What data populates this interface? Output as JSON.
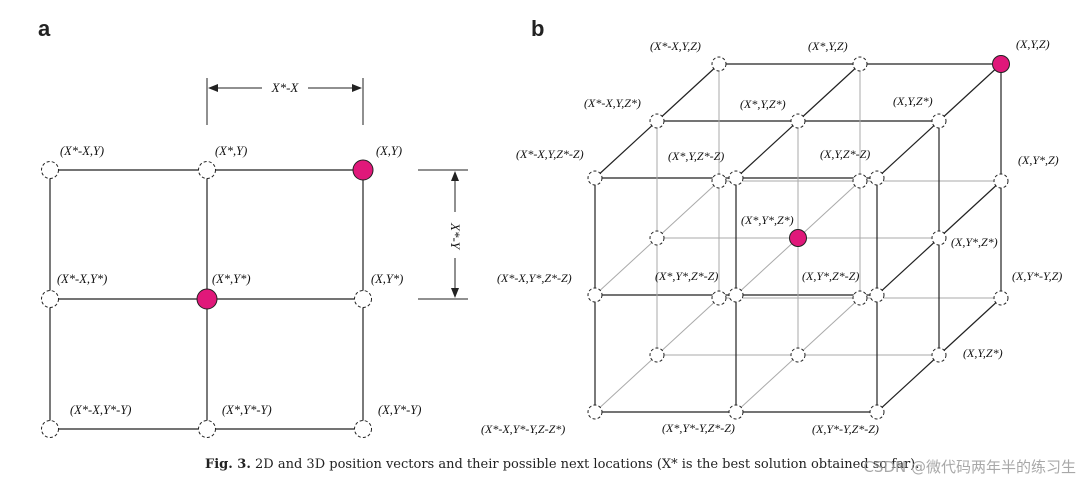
{
  "panel_a": {
    "letter": "a",
    "dim_x_label": "X*-X",
    "dim_y_label": "X*-Y",
    "nodes": [
      {
        "label": "(X*-X,Y)",
        "filled": false
      },
      {
        "label": "(X*,Y)",
        "filled": false
      },
      {
        "label": "(X,Y)",
        "filled": true
      },
      {
        "label": "(X*-X,Y*)",
        "filled": false
      },
      {
        "label": "(X*,Y*)",
        "filled": true
      },
      {
        "label": "(X,Y*)",
        "filled": false
      },
      {
        "label": "(X*-X,Y*-Y)",
        "filled": false
      },
      {
        "label": "(X*,Y*-Y)",
        "filled": false
      },
      {
        "label": "(X,Y*-Y)",
        "filled": false
      }
    ]
  },
  "panel_b": {
    "letter": "b",
    "nodes": [
      {
        "label": "(X*-X,Y,Z)",
        "filled": false
      },
      {
        "label": "(X*,Y,Z)",
        "filled": false
      },
      {
        "label": "(X,Y,Z)",
        "filled": true
      },
      {
        "label": "(X*-X,Y,Z*)",
        "filled": false
      },
      {
        "label": "(X*,Y,Z*)",
        "filled": false
      },
      {
        "label": "(X,Y,Z*)",
        "filled": false
      },
      {
        "label": "(X*-X,Y,Z*-Z)",
        "filled": false
      },
      {
        "label": "(X*,Y,Z*-Z)",
        "filled": false
      },
      {
        "label": "(X,Y,Z*-Z)",
        "filled": false
      },
      {
        "label": "(X,Y*,Z)",
        "filled": false
      },
      {
        "label": "(X*,Y*,Z*)",
        "filled": true
      },
      {
        "label": "(X,Y*,Z*)",
        "filled": false
      },
      {
        "label": "(X*-X,Y*,Z*-Z)",
        "filled": false
      },
      {
        "label": "(X*,Y*,Z*-Z)",
        "filled": false
      },
      {
        "label": "(X,Y*,Z*-Z)",
        "filled": false
      },
      {
        "label": "(X,Y*-Y,Z)",
        "filled": false
      },
      {
        "label": "(X,Y,Z*)",
        "filled": false
      },
      {
        "label": "(X*-X,Y*-Y,Z-Z*)",
        "filled": false
      },
      {
        "label": "(X*,Y*-Y,Z*-Z)",
        "filled": false
      },
      {
        "label": "(X,Y*-Y,Z*-Z)",
        "filled": false
      }
    ]
  },
  "caption": {
    "fig_number": "Fig. 3.",
    "text": "2D and 3D position vectors and their possible next locations (X* is the best solution obtained so far)."
  },
  "watermark": "CSDN @微代码两年半的练习生",
  "colors": {
    "highlight": "#e0187a",
    "line": "#222222",
    "grid_light": "#aaaaaa"
  }
}
